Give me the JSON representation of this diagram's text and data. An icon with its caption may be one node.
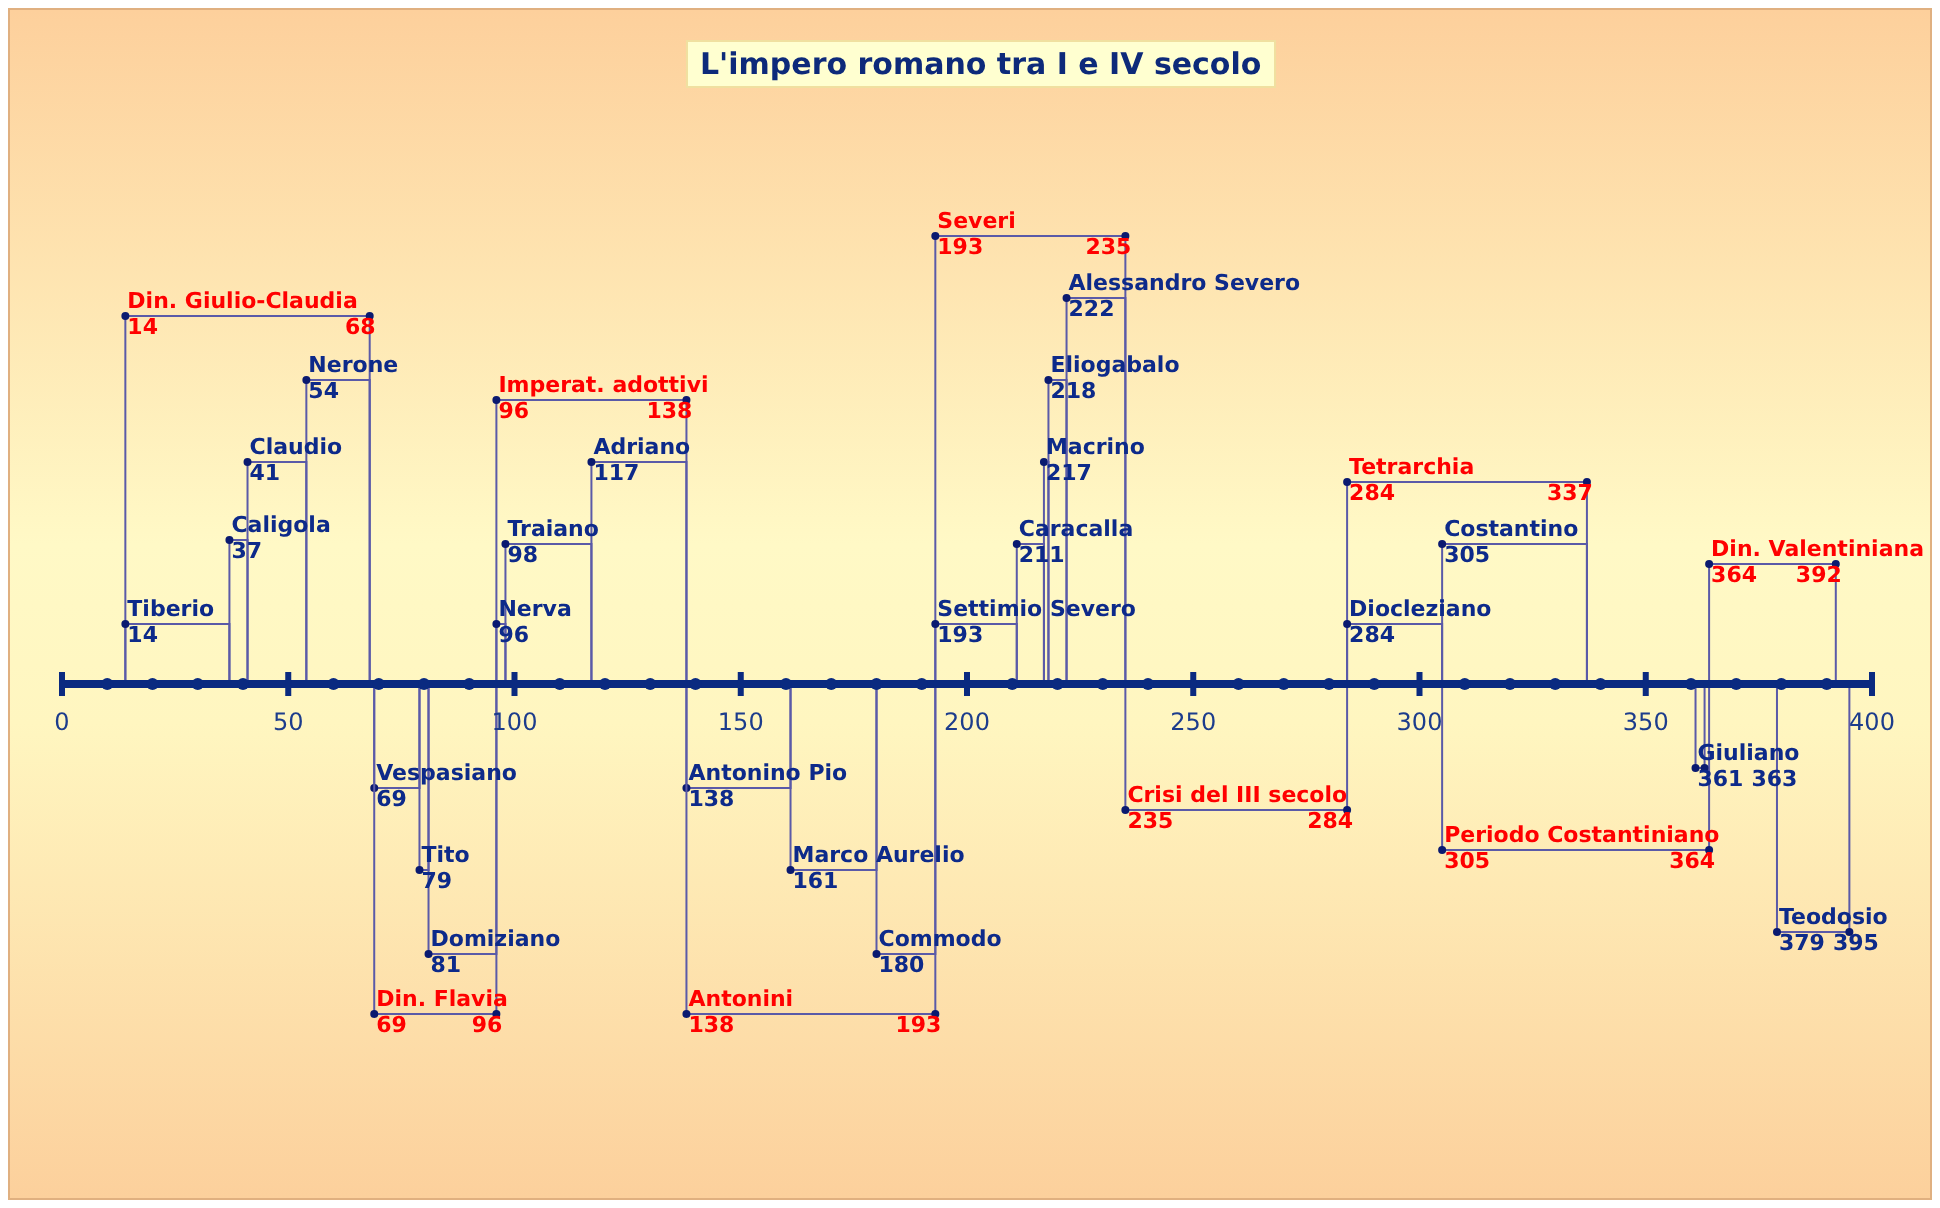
{
  "diagram": {
    "title": "L'impero romano tra I e IV secolo",
    "nodes": [
      {
        "text": [
          "Din. Giulio-Claudia",
          "14",
          "68"
        ]
      },
      {
        "text": [
          "Tiberio",
          "14"
        ]
      },
      {
        "text": [
          "Caligola",
          "37"
        ]
      },
      {
        "text": [
          "Claudio",
          "41"
        ]
      },
      {
        "text": [
          "Nerone",
          "54"
        ]
      },
      {
        "text": [
          "Imperat. adottivi",
          "96",
          "138"
        ]
      },
      {
        "text": [
          "Nerva",
          "96"
        ]
      },
      {
        "text": [
          "Traiano",
          "98"
        ]
      },
      {
        "text": [
          "Adriano",
          "117"
        ]
      },
      {
        "text": [
          "Severi",
          "193",
          "235"
        ]
      },
      {
        "text": [
          "Settimio Severo",
          "193"
        ]
      },
      {
        "text": [
          "Caracalla",
          "211"
        ]
      },
      {
        "text": [
          "Macrino",
          "217"
        ]
      },
      {
        "text": [
          "Eliogabalo",
          "218"
        ]
      },
      {
        "text": [
          "Alessandro Severo",
          "222"
        ]
      },
      {
        "text": [
          "Tetrarchia",
          "284",
          "337"
        ]
      },
      {
        "text": [
          "Diocleziano",
          "284"
        ]
      },
      {
        "text": [
          "Costantino",
          "305"
        ]
      },
      {
        "text": [
          "Din. Valentiniana",
          "364",
          "392"
        ]
      },
      {
        "text": [
          "Vespasiano",
          "69"
        ]
      },
      {
        "text": [
          "Tito",
          "79"
        ]
      },
      {
        "text": [
          "Domiziano",
          "81"
        ]
      },
      {
        "text": [
          "Din. Flavia",
          "69",
          "96"
        ]
      },
      {
        "text": [
          "Antonino Pio",
          "138"
        ]
      },
      {
        "text": [
          "Marco Aurelio",
          "161"
        ]
      },
      {
        "text": [
          "Commodo",
          "180"
        ]
      },
      {
        "text": [
          "Antonini",
          "138",
          "193"
        ]
      },
      {
        "text": [
          "Crisi del III secolo",
          "235",
          "284"
        ]
      },
      {
        "text": [
          "Periodo Costantiniano",
          "305",
          "364"
        ]
      },
      {
        "text": [
          "Giuliano",
          "361",
          "363"
        ]
      },
      {
        "text": [
          "Teodosio",
          "379",
          "395"
        ]
      }
    ],
    "labels": [
      "0",
      "50",
      "100",
      "150",
      "200",
      "250",
      "300",
      "350",
      "400"
    ]
  }
}
